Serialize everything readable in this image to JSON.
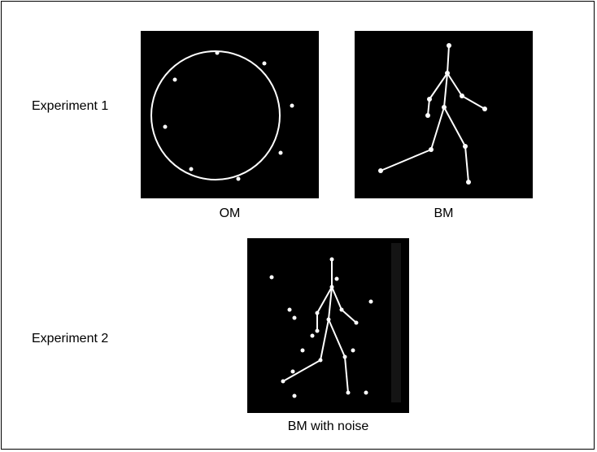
{
  "rows": [
    {
      "label": "Experiment 1"
    },
    {
      "label": "Experiment 2"
    }
  ],
  "panels": [
    {
      "caption": "OM",
      "type": "circle-dots"
    },
    {
      "caption": "BM",
      "type": "point-light-walker"
    },
    {
      "caption": "BM with noise",
      "type": "point-light-walker-with-noise-dots"
    }
  ],
  "colors": {
    "panel_bg": "#000000",
    "stroke": "#ffffff"
  }
}
